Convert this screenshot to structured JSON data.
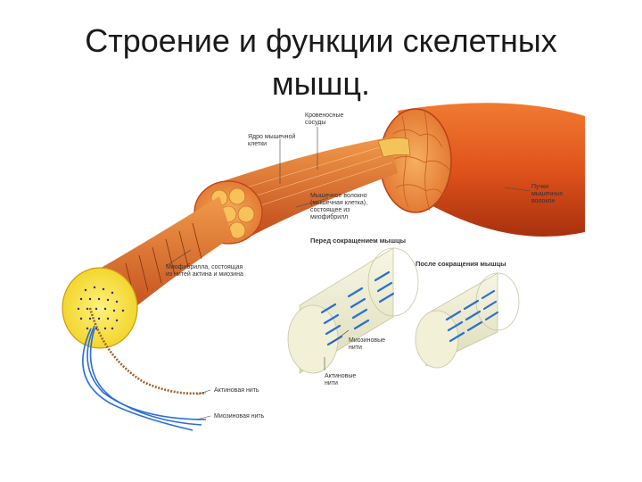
{
  "title": {
    "line1": "Строение и функции скелетных",
    "line2": "мышц."
  },
  "diagram": {
    "labels": {
      "blood_vessels": [
        "Кровеносные",
        "сосуды"
      ],
      "nucleus": [
        "Ядро мышечной",
        "клетки"
      ],
      "muscle_fiber": [
        "Мышечное волокно",
        "(мышечная клетка),",
        "состоящее из",
        "миофибрилл"
      ],
      "bundles": [
        "Пучки",
        "мышечных",
        "волокон"
      ],
      "myofibril": [
        "Миофибрилла, состоящая",
        "из нитей актина и миозина"
      ],
      "before": "Перед сокращением мышцы",
      "after": "После сокращения мышцы",
      "myosin_filaments": [
        "Миозиновые",
        "нити"
      ],
      "actin_filaments": [
        "Актиновые",
        "нити"
      ],
      "actin_thread": "Актиновая нить",
      "myosin_thread": "Миозиновая нить"
    },
    "colors": {
      "muscle": "#e0531c",
      "muscle_dark": "#a8300e",
      "fascicle": "#f2a13c",
      "myofibril_face": "#f4e23a",
      "myosin": "#2a6fd6",
      "actin": "#c8843a",
      "cylinder": "#ecebcf"
    }
  }
}
